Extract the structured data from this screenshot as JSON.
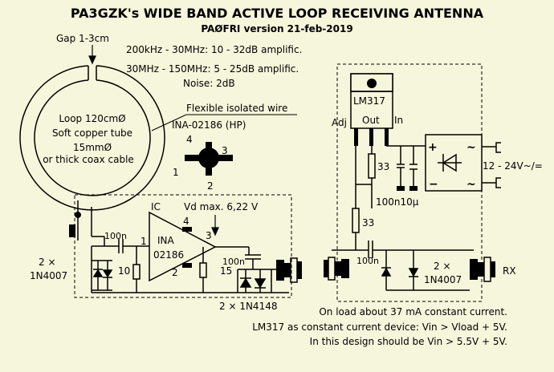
{
  "title": "PA3GZK's WIDE BAND ACTIVE LOOP RECEIVING ANTENNA",
  "subtitle": "PAØFRI version 21-feb-2019",
  "specs": {
    "line1": "200kHz - 30MHz: 10 - 32dB amplific.",
    "line2": "30MHz - 150MHz: 5 - 25dB amplific.",
    "line3": "Noise: 2dB"
  },
  "loop": {
    "gap": "Gap 1-3cm",
    "line1": "Loop 120cmØ",
    "line2": "Soft copper tube",
    "line3": "15mmØ",
    "line4": "or thick coax cable",
    "wire_label": "Flexible isolated wire"
  },
  "ina": {
    "part_name": "INA-02186 (HP)",
    "pin1": "1",
    "pin2": "2",
    "pin3": "3",
    "pin4": "4",
    "ic_label": "IC",
    "vd_label": "Vd max. 6,22 V",
    "name1": "INA",
    "name2": "02186",
    "pinA1": "1",
    "pinA2": "2",
    "pinA3": "3",
    "pinA4": "4"
  },
  "input": {
    "cap": "100n",
    "res": "10",
    "diodes": "2 ×",
    "diodes2": "1N4007"
  },
  "output": {
    "res": "15",
    "cap": "100n",
    "diodes": "2 × 1N4148"
  },
  "regulator": {
    "name": "LM317",
    "adj": "Adj",
    "out": "Out",
    "in": "In",
    "r1": "33",
    "r2": "33",
    "caps": "100n10µ",
    "supply": "12 - 24V~/="
  },
  "bias_tee": {
    "cap": "100n",
    "diodes": "2 ×",
    "diodes2": "1N4007",
    "rx": "RX"
  },
  "notes": {
    "line1": "On load about 37 mA constant current.",
    "line2": "LM317 as constant current device: Vin > Vload + 5V.",
    "line3": "In this design should be Vin > 5.5V + 5V."
  }
}
